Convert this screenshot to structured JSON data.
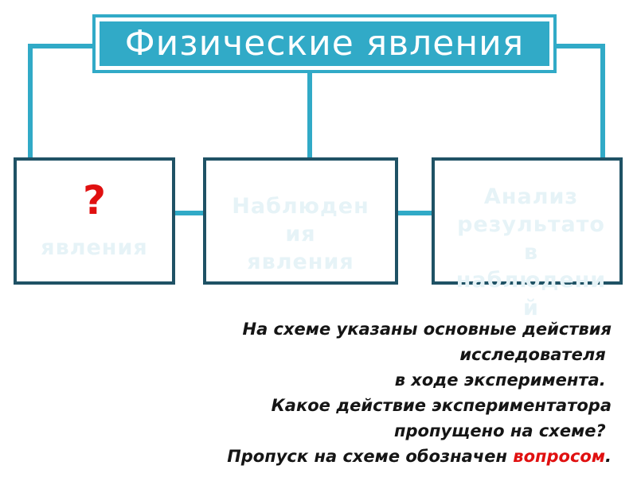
{
  "title": "Физические явления",
  "boxes": [
    {
      "mark": "?",
      "lines": [
        "явления"
      ]
    },
    {
      "mark": "",
      "lines": [
        "Наблюден",
        "ия",
        "явления"
      ]
    },
    {
      "mark": "",
      "lines": [
        "Анализ",
        "результато",
        "в",
        "наблюдени",
        "й"
      ]
    }
  ],
  "question": {
    "lines": [
      "На схеме указаны основные действия",
      "исследователя ",
      "в ходе эксперимента. ",
      "Какое действие экспериментатора",
      "пропущено на схеме? "
    ],
    "last_line_prefix": "Пропуск на схеме обозначен ",
    "last_line_accent": "вопросом",
    "last_line_suffix": "."
  },
  "colors": {
    "connector": "#31aac7",
    "title_bg": "#31aac7",
    "box_border": "#1f5265",
    "question_mark": "#e01010",
    "faint_text": "#e6f3f7",
    "body_text": "#151515"
  }
}
